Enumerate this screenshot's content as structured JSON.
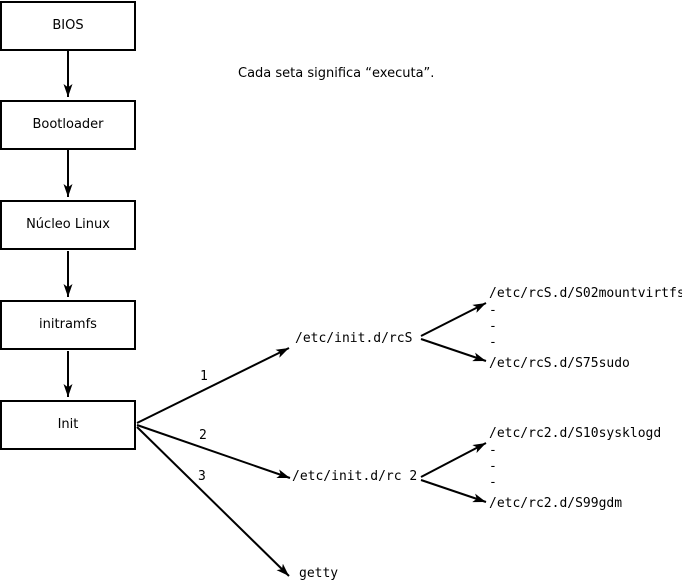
{
  "colors": {
    "ink": "#000000",
    "paper": "#ffffff"
  },
  "caption": "Cada seta significa “executa”.",
  "boxes": [
    {
      "label": "BIOS"
    },
    {
      "label": "Bootloader"
    },
    {
      "label": "Núcleo Linux"
    },
    {
      "label": "initramfs"
    },
    {
      "label": "Init"
    }
  ],
  "init_branches": [
    {
      "number": "1",
      "target": "/etc/init.d/rcS"
    },
    {
      "number": "2",
      "target": "/etc/init.d/rc 2"
    },
    {
      "number": "3",
      "target": "getty"
    }
  ],
  "script_groups": [
    {
      "first": "/etc/rcS.d/S02mountvirtfs",
      "dots": [
        "-",
        "-",
        "-"
      ],
      "last": "/etc/rcS.d/S75sudo"
    },
    {
      "first": "/etc/rc2.d/S10sysklogd",
      "dots": [
        "-",
        "-",
        "-"
      ],
      "last": "/etc/rc2.d/S99gdm"
    }
  ]
}
